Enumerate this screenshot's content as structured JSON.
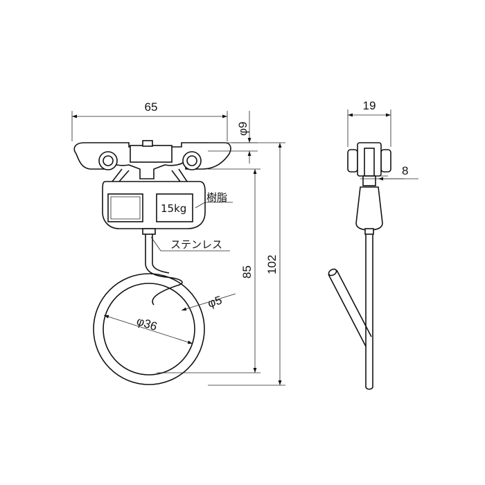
{
  "dimensions": {
    "width_total": "65",
    "wheel_diameter": "φ9",
    "side_width": "19",
    "side_offset": "8",
    "hook_height": "85",
    "total_height": "102",
    "wire_diameter": "φ5",
    "ring_diameter": "φ36"
  },
  "labels": {
    "body_material": "樹脂",
    "hook_material": "ステンレス",
    "load_rating": "15kg"
  },
  "colors": {
    "line": "#111111",
    "background": "#ffffff"
  }
}
